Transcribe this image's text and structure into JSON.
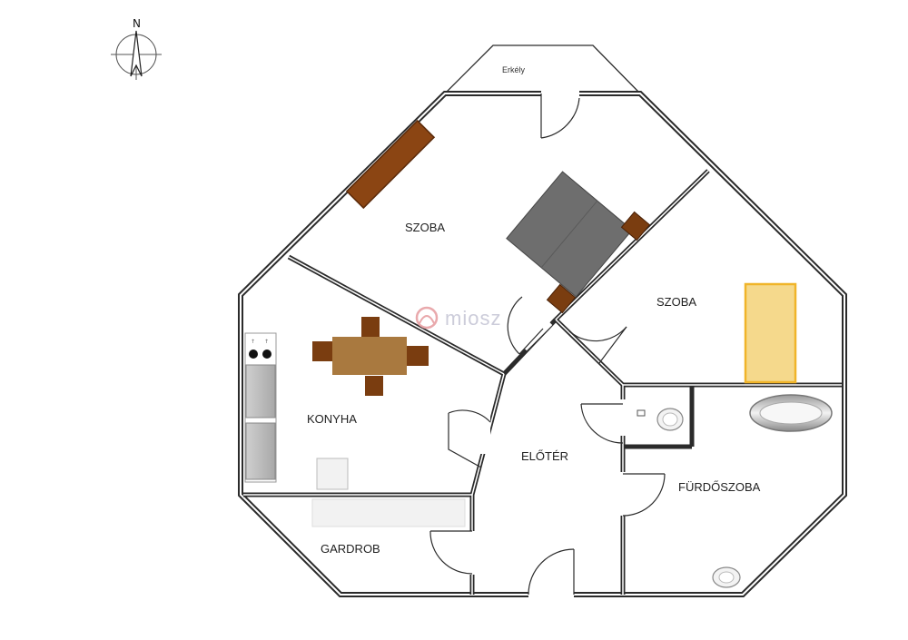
{
  "compass": {
    "north_label": "N",
    "icon": "compass-rose-icon"
  },
  "balcony": {
    "label": "Erkély"
  },
  "rooms": {
    "room_north": "SZOBA",
    "room_east": "SZOBA",
    "kitchen": "KONYHA",
    "hall": "ELŐTÉR",
    "bathroom": "FÜRDŐSZOBA",
    "wardrobe": "GARDROB"
  },
  "watermark": {
    "text": "miosz",
    "icon": "miosz-logo-icon"
  },
  "colors": {
    "wall": "#2b2b2b",
    "wood": "#8b4513",
    "table_top": "#a9793f",
    "chair": "#7a3d10",
    "bed": "#6e6e6e",
    "mat": "#f5d98c",
    "mat_border": "#f0b429",
    "appliance": "#bdbdbd"
  }
}
